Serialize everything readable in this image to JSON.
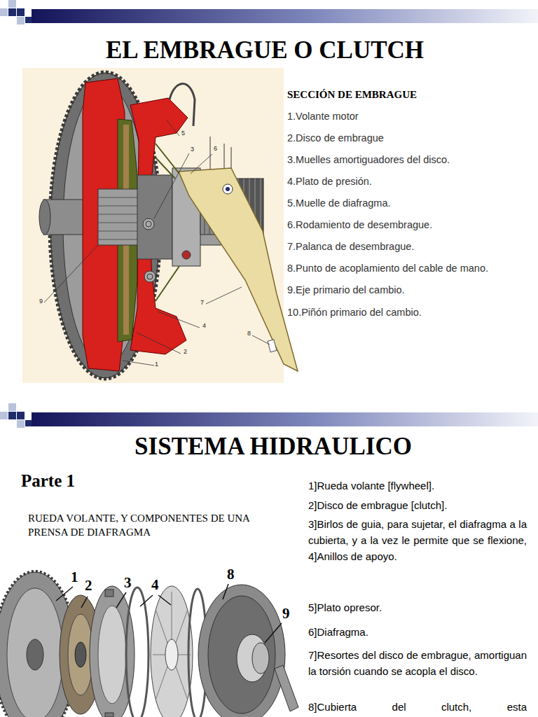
{
  "diagram": {
    "title": "EL EMBRAGUE O CLUTCH",
    "labels": [
      "SECCIÓN DE EMBRAGUE",
      "1.Volante motor",
      "2.Disco de embrague",
      "3.Muelles amortiguadores del disco.",
      "4.Plato de presión.",
      "5.Muelle de diafragma.",
      "6.Rodamiento de desembrague.",
      "7.Palanca de desembrague.",
      "8.Punto de acoplamiento del cable de mano.",
      "9.Eje primario del cambio.",
      "10.Piñón primario del cambio.",
      "SISTEMA HIDRAULICO",
      "Parte 1",
      "RUEDA VOLANTE, Y COMPONENTES DE UNA PRENSA DE DIAFRAGMA",
      "1]Rueda volante [flywheel].",
      "2]Disco de embrague [clutch].",
      "3]Birlos de guia, para sujetar, el diafragma a la cubierta, y a la vez le permite que se flexione, 4]Anillos de apoyo.",
      "5]Plato opresor.",
      "6]Diafragma.",
      "7]Resortes del disco de embrague, amortiguan la torsión cuando se acopla el disco.",
      "8]Cubierta del clutch, esta",
      "5",
      "3",
      "6",
      "9",
      "7",
      "4",
      "2",
      "1",
      "8",
      "1",
      "2",
      "3",
      "4",
      "8",
      "9"
    ]
  }
}
